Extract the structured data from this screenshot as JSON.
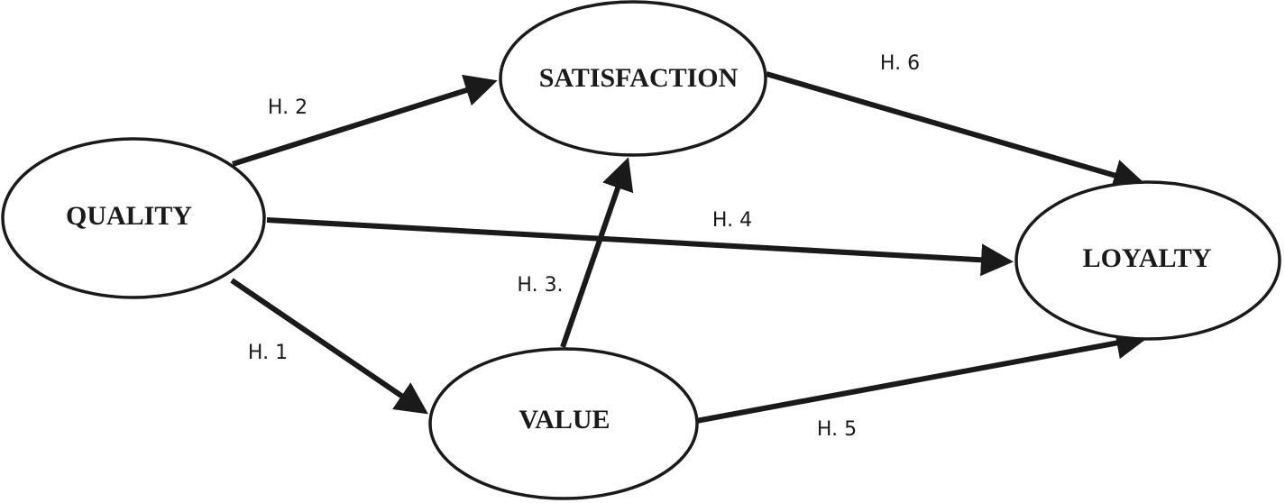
{
  "nodes": {
    "quality": "QUALITY",
    "satisfaction": "SATISFACTION",
    "value": "VALUE",
    "loyalty": "LOYALTY"
  },
  "edges": {
    "h1": "H. 1",
    "h2": "H. 2",
    "h3": "H. 3.",
    "h4": "H. 4",
    "h5": "H. 5",
    "h6": "H. 6"
  },
  "colors": {
    "stroke": "#1a1a1a",
    "background": "#ffffff"
  }
}
